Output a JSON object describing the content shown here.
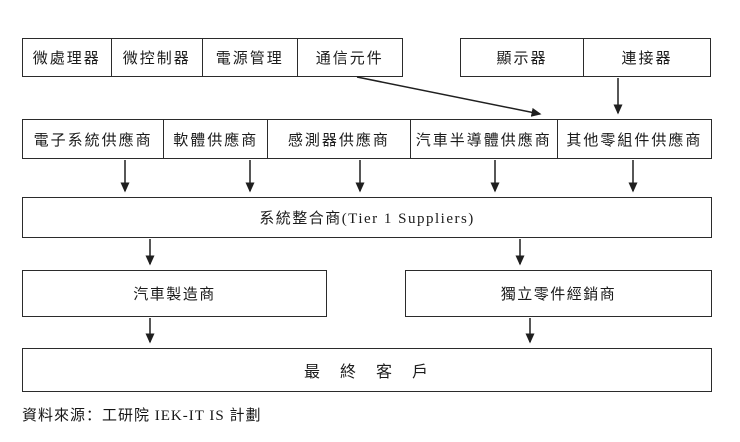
{
  "diagram": {
    "title_implied": "automotive electronics supply chain",
    "top_left_components": [
      "微處理器",
      "微控制器",
      "電源管理",
      "通信元件"
    ],
    "top_right_components": [
      "顯示器",
      "連接器"
    ],
    "suppliers": [
      "電子系統供應商",
      "軟體供應商",
      "感測器供應商",
      "汽車半導體供應商",
      "其他零組件供應商"
    ],
    "tier1": "系統整合商(Tier 1 Suppliers)",
    "manufacturer": "汽車製造商",
    "distributor": "獨立零件經銷商",
    "end_customer": "最　終　客　戶",
    "source": "資料來源：工研院 IEK-IT IS 計劃",
    "colors": {
      "background": "#ffffff",
      "border": "#2b2b2b",
      "text": "#1b1b1b"
    }
  }
}
